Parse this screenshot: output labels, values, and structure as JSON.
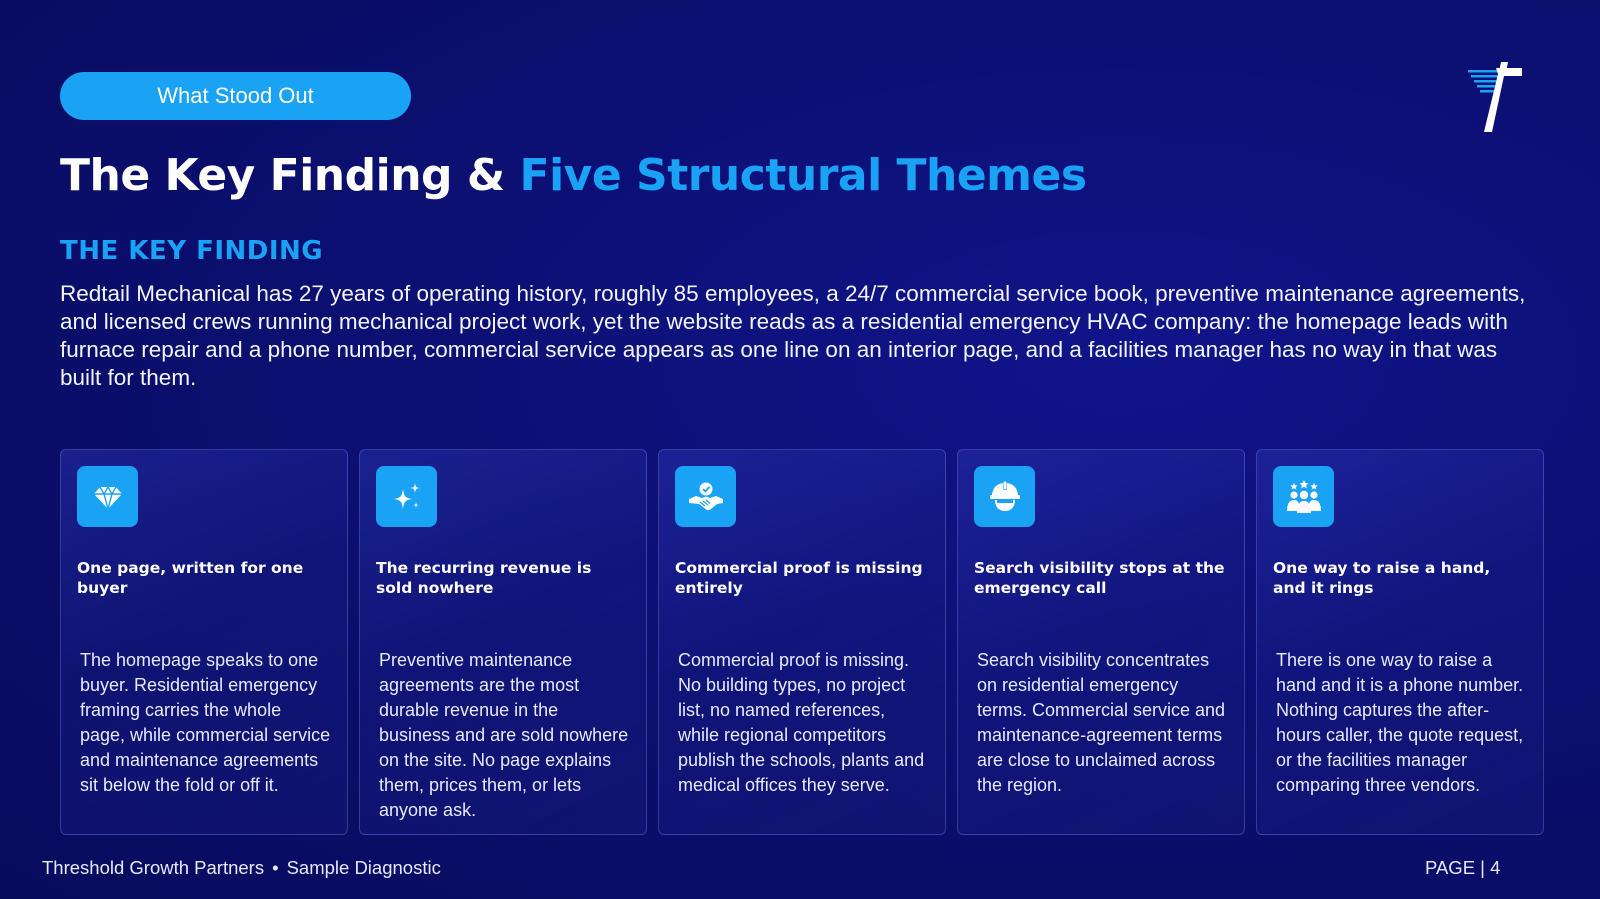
{
  "tag_label": "What Stood Out",
  "logo_icon": "t-logo-icon",
  "headline": {
    "main": "The Key Finding & ",
    "accent": "Five Structural Themes"
  },
  "section_label": "THE KEY FINDING",
  "finding_text": "Redtail Mechanical has 27 years of operating history, roughly 85 employees, a 24/7 commercial service book, preventive maintenance agreements, and licensed crews running mechanical project work, yet the website reads as a residential emergency HVAC company: the homepage leads with furnace repair and a phone number, commercial service appears as one line on an interior page, and a facilities manager has no way in that was built for them.",
  "cards": [
    {
      "icon": "diamond-icon",
      "title": "One page, written for one buyer",
      "body": "The homepage speaks to one buyer. Residential emergency framing carries the whole page, while commercial service and maintenance agreements sit below the fold or off it."
    },
    {
      "icon": "sparkle-icon",
      "title": "The recurring revenue is sold nowhere",
      "body": "Preventive maintenance agreements are the most durable revenue in the business and are sold nowhere on the site. No page explains them, prices them, or lets anyone ask."
    },
    {
      "icon": "handshake-icon",
      "title": "Commercial proof is missing entirely",
      "body": "Commercial proof is missing. No building types, no project list, no named references, while regional competitors publish the schools, plants and medical offices they serve."
    },
    {
      "icon": "hard-hat-icon",
      "title": "Search visibility stops at the emergency call",
      "body": "Search visibility concentrates on residential emergency terms. Commercial service and maintenance-agreement terms are close to unclaimed across the region."
    },
    {
      "icon": "team-icon",
      "title": "One way to raise a hand, and it rings",
      "body": "There is one way to raise a hand and it is a phone number. Nothing captures the after-hours caller, the quote request, or the facilities manager comparing three vendors."
    }
  ],
  "footer": {
    "company": "Threshold Growth Partners",
    "separator": "•",
    "doc_type": "Sample Diagnostic",
    "page": "PAGE | 4"
  },
  "colors": {
    "background": "#0b0f6e",
    "accent": "#1aa3f5"
  }
}
